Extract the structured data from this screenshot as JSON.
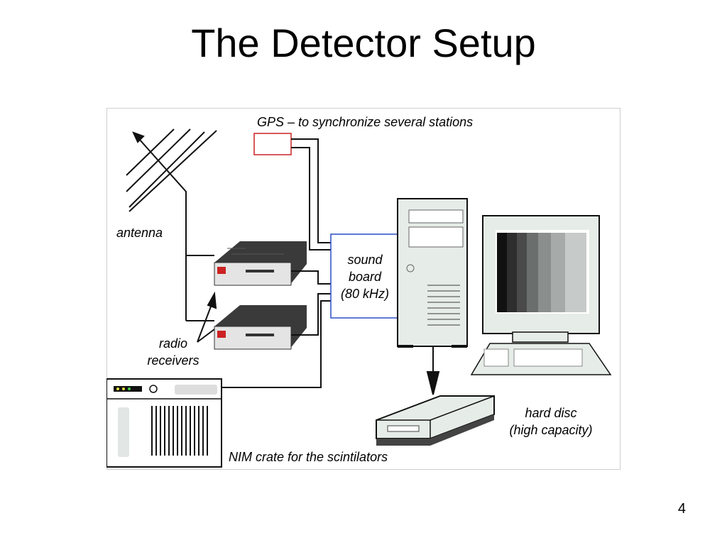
{
  "slide": {
    "title": "The Detector Setup",
    "page_number": "4"
  },
  "labels": {
    "gps": "GPS – to synchronize several stations",
    "antenna": "antenna",
    "sound_board": [
      "sound",
      "board",
      "(80 kHz)"
    ],
    "radio_receivers": [
      "radio",
      "receivers"
    ],
    "hard_disc": [
      "hard disc",
      "(high capacity)"
    ],
    "nim_crate": "NIM crate for the scintilators"
  },
  "colors": {
    "line": "#111111",
    "gps_box": "#cc2222",
    "sound_board_border": "#2a4fc8",
    "device_body": "#e6ece8",
    "receiver_dark": "#3a3a3a",
    "receiver_red": "#cc2222"
  }
}
